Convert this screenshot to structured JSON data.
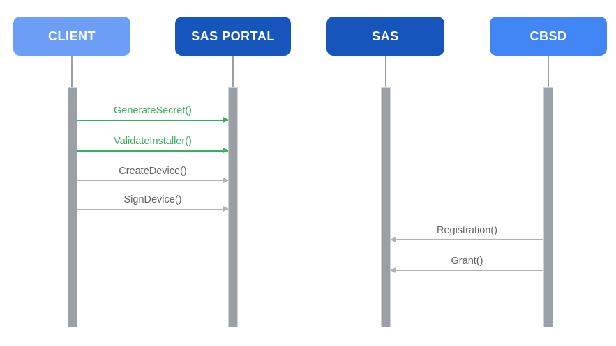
{
  "diagram": {
    "type": "sequence-diagram",
    "actors": [
      {
        "id": "client",
        "label": "CLIENT",
        "color": "#6D9EF5",
        "text_color": "#FFFFFF"
      },
      {
        "id": "sas-portal",
        "label": "SAS PORTAL",
        "color": "#1656BC",
        "text_color": "#FFFFFF"
      },
      {
        "id": "sas",
        "label": "SAS",
        "color": "#1656BC",
        "text_color": "#FFFFFF"
      },
      {
        "id": "cbsd",
        "label": "CBSD",
        "color": "#4285F4",
        "text_color": "#FFFFFF"
      }
    ],
    "messages": [
      {
        "label": "GenerateSecret()",
        "from": "CLIENT",
        "to": "SAS PORTAL",
        "direction": "right",
        "text_color": "#3AAF5F",
        "line_color": "#3AAF5F"
      },
      {
        "label": "ValidateInstaller()",
        "from": "CLIENT",
        "to": "SAS PORTAL",
        "direction": "right",
        "text_color": "#3AAF5F",
        "line_color": "#3AAF5F"
      },
      {
        "label": "CreateDevice()",
        "from": "CLIENT",
        "to": "SAS PORTAL",
        "direction": "right",
        "text_color": "#5F6368",
        "line_color": "#AEB3B9"
      },
      {
        "label": "SignDevice()",
        "from": "CLIENT",
        "to": "SAS PORTAL",
        "direction": "right",
        "text_color": "#5F6368",
        "line_color": "#AEB3B9"
      },
      {
        "label": "Registration()",
        "from": "CBSD",
        "to": "SAS",
        "direction": "left",
        "text_color": "#5F6368",
        "line_color": "#AEB3B9"
      },
      {
        "label": "Grant()",
        "from": "CBSD",
        "to": "SAS",
        "direction": "left",
        "text_color": "#5F6368",
        "line_color": "#AEB3B9"
      }
    ],
    "colors": {
      "lifeline_gray": "#9AA0A6",
      "background": "#FFFFFF"
    }
  }
}
